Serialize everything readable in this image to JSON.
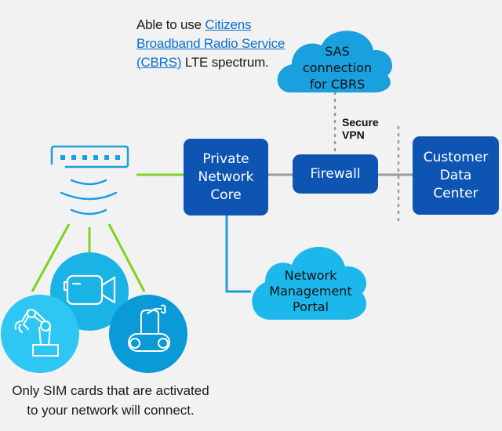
{
  "top_note": {
    "prefix": "Able to use ",
    "link_text": "Citizens Broadband Radio Service (CBRS)",
    "suffix": " LTE spectrum."
  },
  "clouds": {
    "sas": {
      "lines": [
        "SAS",
        "connection",
        "for CBRS"
      ],
      "color": "#1aa0de"
    },
    "portal": {
      "lines": [
        "Network",
        "Management",
        "Portal"
      ],
      "color": "#1cb8ec"
    }
  },
  "connection_label": {
    "lines": [
      "Secure",
      "VPN"
    ]
  },
  "boxes": {
    "core": {
      "lines": [
        "Private",
        "Network",
        "Core"
      ]
    },
    "firewall": {
      "lines": [
        "Firewall"
      ]
    },
    "datacenter": {
      "lines": [
        "Customer",
        "Data",
        "Center"
      ]
    }
  },
  "devices": [
    {
      "name": "robotic-arm",
      "color": "#2ec6f3"
    },
    {
      "name": "video-camera",
      "color": "#1ab3e6"
    },
    {
      "name": "rover-robot",
      "color": "#0a9ad8"
    }
  ],
  "colors": {
    "background": "#f2f2f2",
    "box": "#0e55b3",
    "green_line": "#7ed321",
    "gray_line": "#9a9a9a",
    "blue_line": "#1aa0de",
    "link": "#0a6fd1"
  },
  "bottom_note": {
    "lines": [
      "Only SIM cards that are activated",
      "to your network will connect."
    ]
  }
}
